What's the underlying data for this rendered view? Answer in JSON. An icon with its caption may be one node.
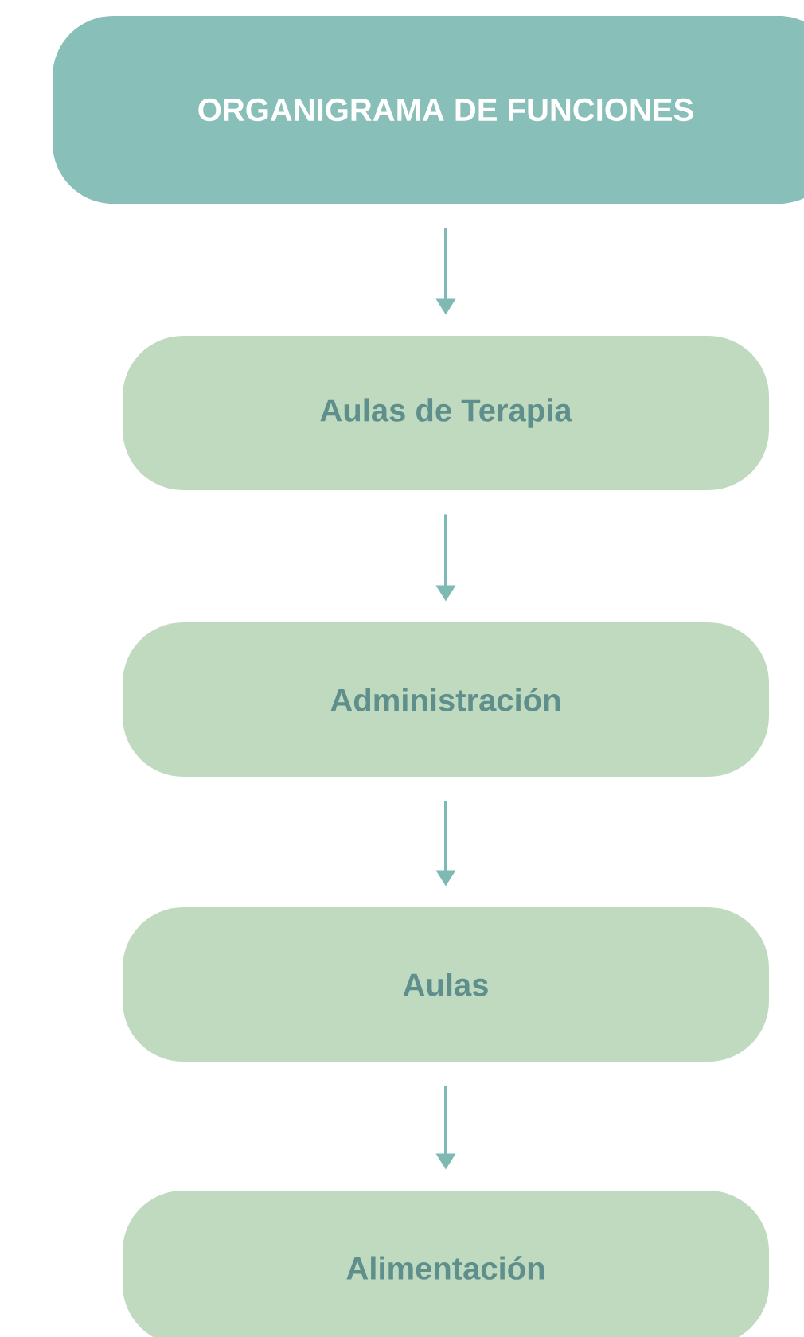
{
  "diagram": {
    "nodes": [
      {
        "text": [
          "ORGANIGRAMA DE FUNCIONES"
        ]
      },
      {
        "text": [
          "Aulas de Terapia"
        ]
      },
      {
        "text": [
          "Administración"
        ]
      },
      {
        "text": [
          "Aulas"
        ]
      },
      {
        "text": [
          "Alimentación"
        ]
      }
    ],
    "edges": [
      {
        "from": 0,
        "to": 1,
        "arrow": "to"
      },
      {
        "from": 1,
        "to": 2,
        "arrow": "to"
      },
      {
        "from": 2,
        "to": 3,
        "arrow": "to"
      },
      {
        "from": 3,
        "to": 4,
        "arrow": "to"
      }
    ]
  }
}
